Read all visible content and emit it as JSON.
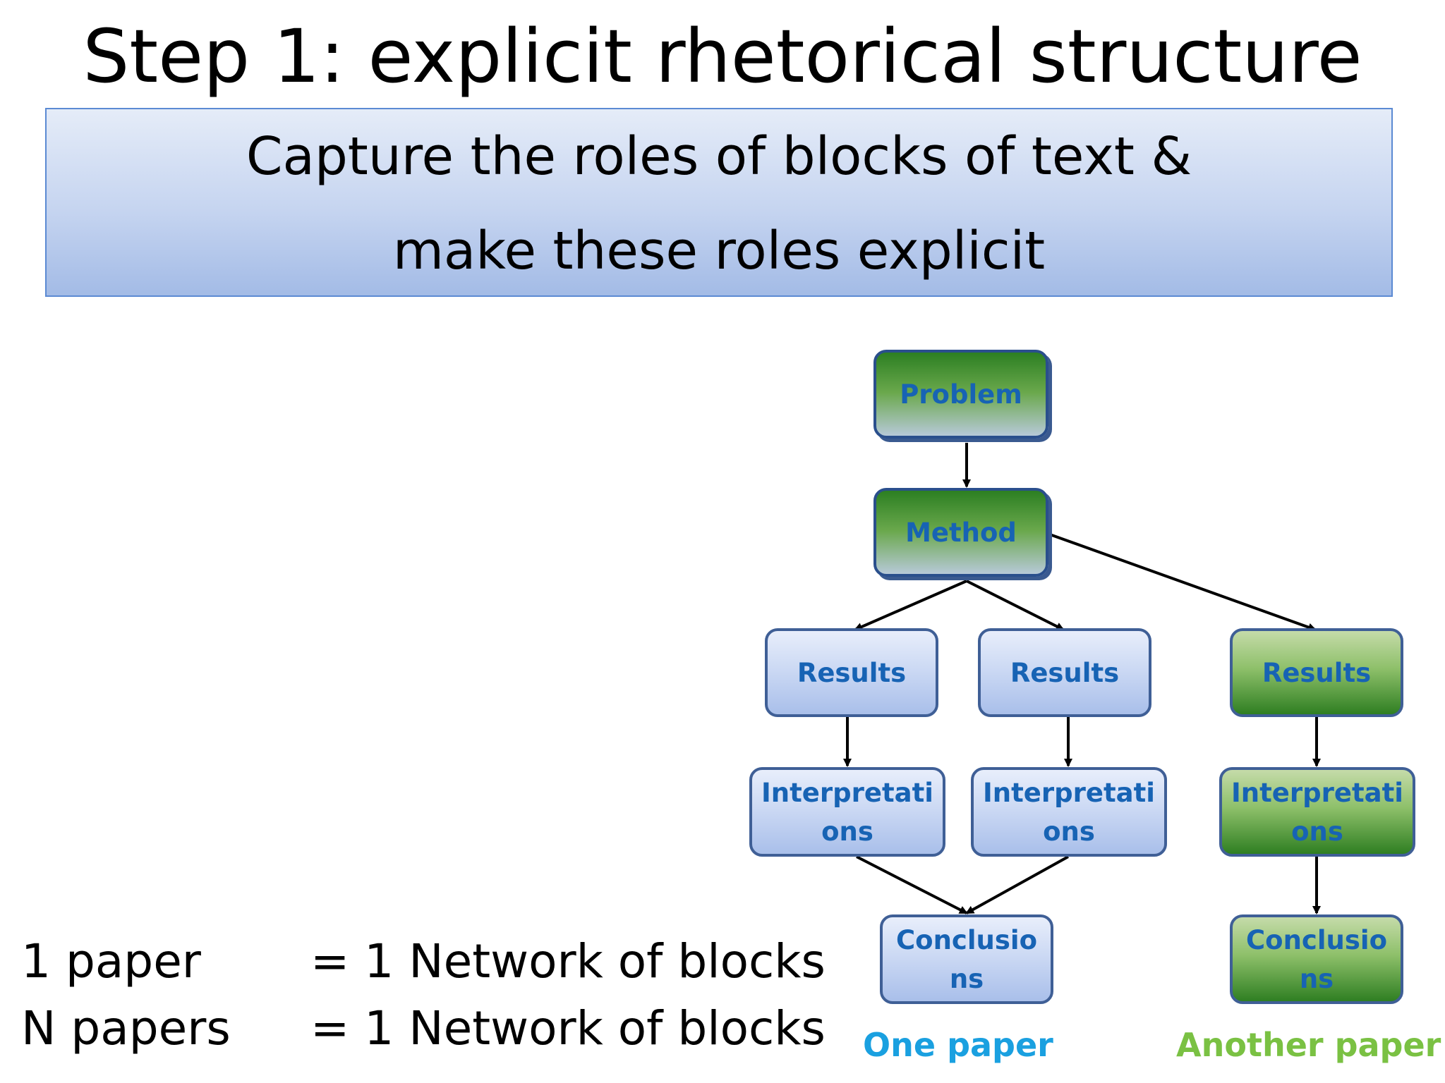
{
  "title": "Step 1: explicit rhetorical structure",
  "subtitle": {
    "line1": "Capture the roles of blocks of text &",
    "line2": "make these roles explicit"
  },
  "diagram": {
    "nodes": {
      "problem": "Problem",
      "method": "Method",
      "results_1": "Results",
      "results_2": "Results",
      "results_3": "Results",
      "interp_1": [
        "Interpretati",
        "ons"
      ],
      "interp_2": [
        "Interpretati",
        "ons"
      ],
      "interp_3": [
        "Interpretati",
        "ons"
      ],
      "concl_1": [
        "Conclusio",
        "ns"
      ],
      "concl_2": [
        "Conclusio",
        "ns"
      ]
    },
    "captions": {
      "one_paper": "One paper",
      "another_paper": "Another paper"
    }
  },
  "statements": [
    {
      "left": "1 paper",
      "right": "= 1 Network of blocks"
    },
    {
      "left": "N papers",
      "right": "= 1 Network of blocks"
    }
  ],
  "colors": {
    "node_text": "#1763b4",
    "one_paper_caption": "#1aa0e0",
    "another_paper_caption": "#7ac143",
    "node_border": "#3f5f96",
    "subtitle_border": "#5b8ad3"
  }
}
